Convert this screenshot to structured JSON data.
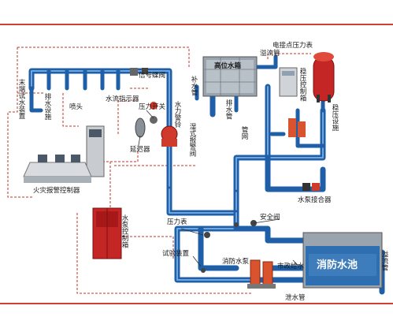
{
  "labels": {
    "end_test": "末端试水装置",
    "drain_device": "排水设施",
    "sprinkler": "喷头",
    "signal_valve": "信号蝶阀",
    "flow_indicator": "水流指示器",
    "pressure_switch": "压力开关",
    "hydraulic_alarm": "水力警铃",
    "wet_alarm_valve": "湿式报警阀",
    "delay_device": "延迟器",
    "fire_alarm_controller": "火灾报警控制器",
    "pump_controller": "水泵控制箱",
    "high_tank": "高位水箱",
    "tank_supply": "补水管",
    "tank_drain": "排水管",
    "overflow": "溢流管",
    "pressure_tank": "电接点压力表",
    "pressure_stabilizer_ctrl": "稳压控制箱",
    "pressure_stabilizer_device": "稳压设施",
    "pipe_network": "管网",
    "pump_adapter": "水泵接合器",
    "safety_valve": "安全阀",
    "pressure_gauge": "压力表",
    "test_device": "试验装置",
    "fire_pump": "消防水泵",
    "municipal_water": "市政给水",
    "fire_pool": "消防水池",
    "overflow_pool": "溢流管",
    "drain_pool": "泄水管"
  },
  "colors": {
    "pipe": "#1f5fa8",
    "dashed_signal": "#c23a2a",
    "pool_water": "#2d6fb0",
    "pump": "#d9532e",
    "controller": "#c42525"
  }
}
